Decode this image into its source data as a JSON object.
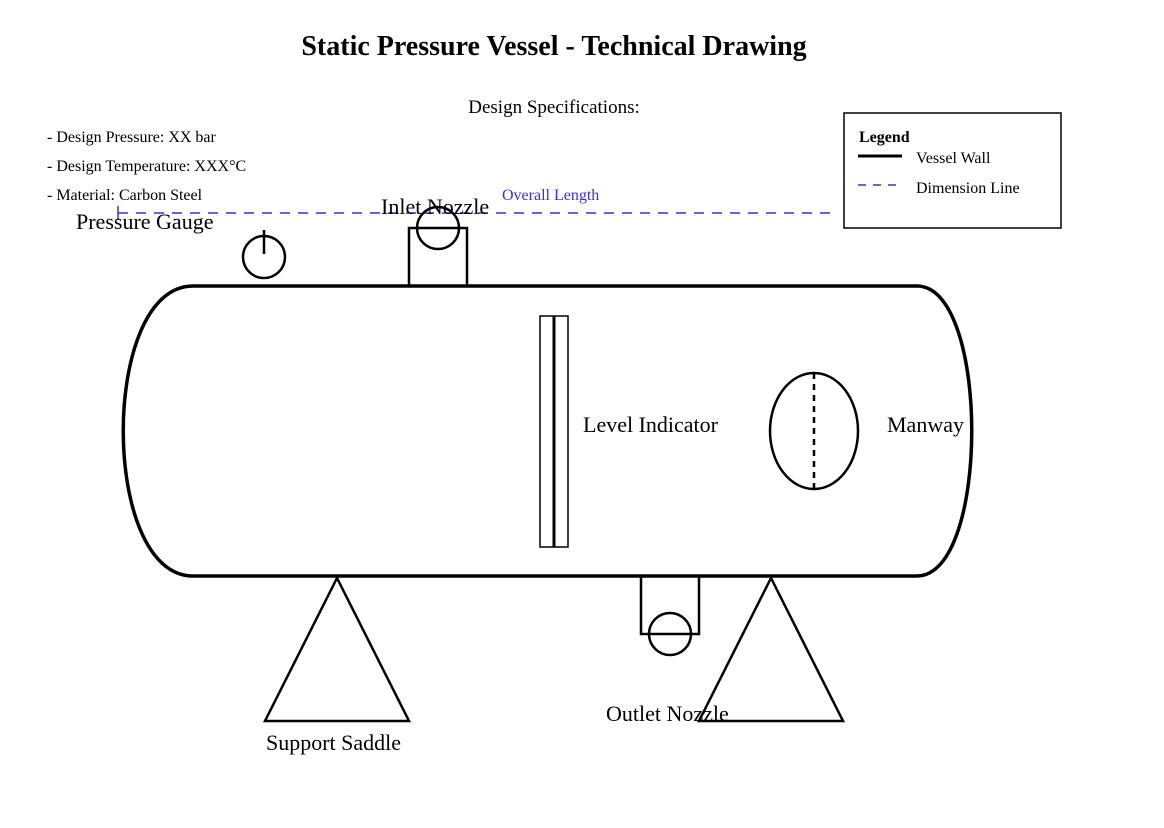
{
  "title": "Static Pressure Vessel - Technical Drawing",
  "specifications": {
    "heading": "Design Specifications:",
    "items": [
      "- Design Pressure: XX bar",
      "- Design Temperature: XXX°C",
      "- Material: Carbon Steel"
    ]
  },
  "components": {
    "pressure_gauge": "Pressure Gauge",
    "inlet_nozzle": "Inlet Nozzle",
    "level_indicator": "Level Indicator",
    "manway": "Manway",
    "support_saddle": "Support Saddle",
    "outlet_nozzle": "Outlet Nozzle"
  },
  "dimension": {
    "label": "Overall Length"
  },
  "legend": {
    "title": "Legend",
    "items": [
      {
        "label": "Vessel Wall",
        "style": "solid"
      },
      {
        "label": "Dimension Line",
        "style": "dashed"
      }
    ]
  },
  "colors": {
    "line": "#000000",
    "dimension": "#3b2fd6",
    "background": "#ffffff"
  }
}
